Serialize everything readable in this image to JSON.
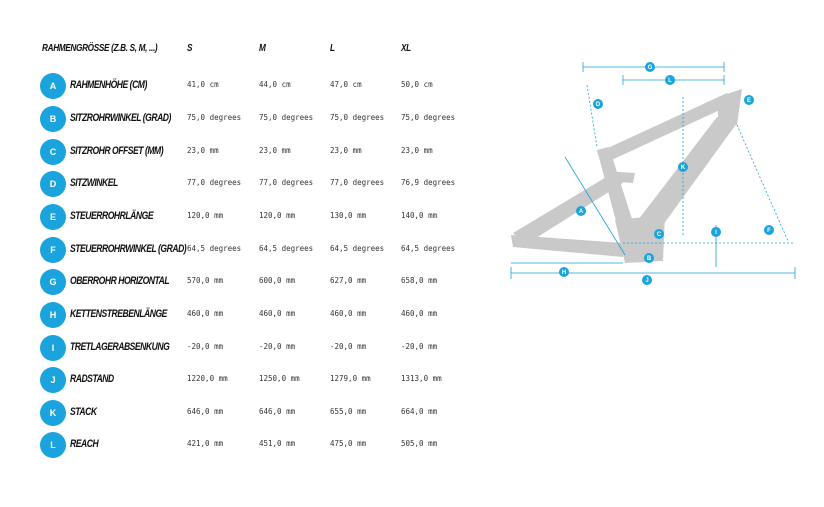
{
  "header": {
    "label": "RAHMENGRÖSSE (Z.B. S, M, ...)",
    "sizes": [
      "S",
      "M",
      "L",
      "XL"
    ]
  },
  "rows": [
    {
      "letter": "A",
      "label": "RAHMENHÖHE (CM)",
      "values": [
        "41,0 cm",
        "44,0 cm",
        "47,0 cm",
        "50,0 cm"
      ]
    },
    {
      "letter": "B",
      "label": "SITZROHRWINKEL (GRAD)",
      "values": [
        "75,0 degrees",
        "75,0 degrees",
        "75,0 degrees",
        "75,0 degrees"
      ]
    },
    {
      "letter": "C",
      "label": "SITZROHR OFFSET (MM)",
      "values": [
        "23,0 mm",
        "23,0 mm",
        "23,0 mm",
        "23,0 mm"
      ]
    },
    {
      "letter": "D",
      "label": "SITZWINKEL",
      "values": [
        "77,0 degrees",
        "77,0 degrees",
        "77,0 degrees",
        "76,9 degrees"
      ]
    },
    {
      "letter": "E",
      "label": "STEUERROHRLÄNGE",
      "values": [
        "120,0 mm",
        "120,0 mm",
        "130,0 mm",
        "140,0 mm"
      ]
    },
    {
      "letter": "F",
      "label": "STEUERROHRWINKEL (GRAD)",
      "values": [
        "64,5 degrees",
        "64,5 degrees",
        "64,5 degrees",
        "64,5 degrees"
      ]
    },
    {
      "letter": "G",
      "label": "OBERROHR HORIZONTAL",
      "values": [
        "570,0 mm",
        "600,0 mm",
        "627,0 mm",
        "658,0 mm"
      ]
    },
    {
      "letter": "H",
      "label": "KETTENSTREBENLÄNGE",
      "values": [
        "460,0 mm",
        "460,0 mm",
        "460,0 mm",
        "460,0 mm"
      ]
    },
    {
      "letter": "I",
      "label": "TRETLAGERABSENKUNG",
      "values": [
        "-20,0 mm",
        "-20,0 mm",
        "-20,0 mm",
        "-20,0 mm"
      ]
    },
    {
      "letter": "J",
      "label": "RADSTAND",
      "values": [
        "1220,0 mm",
        "1250,0 mm",
        "1279,0 mm",
        "1313,0 mm"
      ]
    },
    {
      "letter": "K",
      "label": "STACK",
      "values": [
        "646,0 mm",
        "646,0 mm",
        "655,0 mm",
        "664,0 mm"
      ]
    },
    {
      "letter": "L",
      "label": "REACH",
      "values": [
        "421,0 mm",
        "451,0 mm",
        "475,0 mm",
        "505,0 mm"
      ]
    }
  ],
  "diagram": {
    "letters": {
      "g": "G",
      "l": "L",
      "d": "D",
      "e": "E",
      "k": "K",
      "a": "A",
      "c": "C",
      "b": "B",
      "i": "I",
      "f": "F",
      "h": "H",
      "j": "J"
    }
  },
  "colors": {
    "accent": "#1aa3dc",
    "frame": "#c9c9c9",
    "dim": "#1aa3dc"
  }
}
